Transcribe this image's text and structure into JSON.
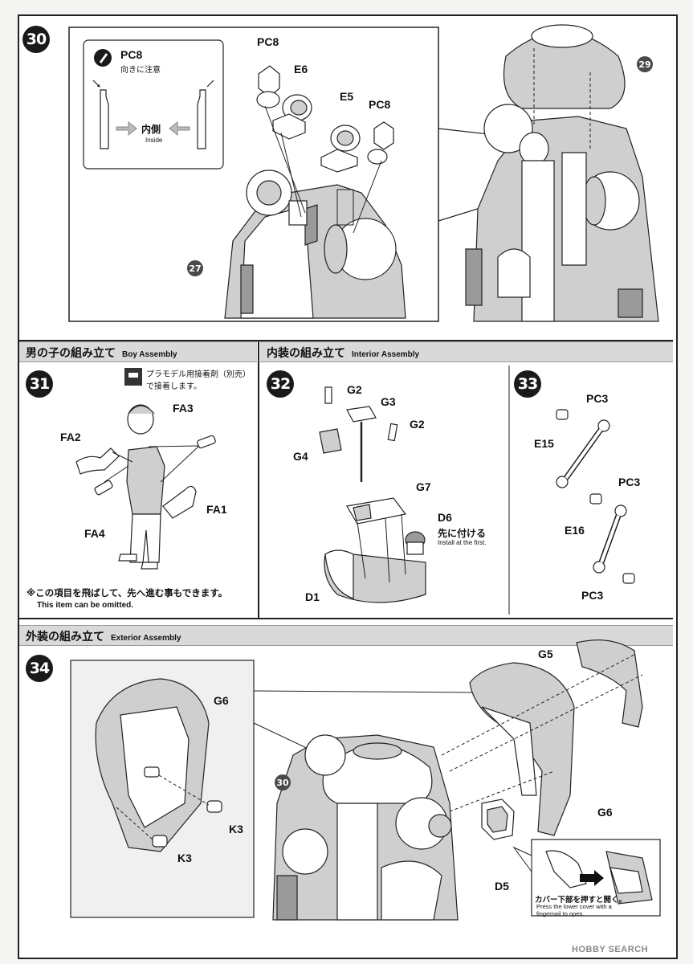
{
  "steps": {
    "s30": "30",
    "s31": "31",
    "s32": "32",
    "s33": "33",
    "s34": "34"
  },
  "refs": {
    "r27": "27",
    "r29": "29",
    "r30": "30"
  },
  "step30": {
    "note_part": "PC8",
    "note_ja": "向きに注意",
    "note_center_ja": "内側",
    "note_center_en": "Inside",
    "labels": [
      "PC8",
      "E6",
      "E5",
      "PC8"
    ]
  },
  "sections": {
    "boy": {
      "ja": "男の子の組み立て",
      "en": "Boy Assembly"
    },
    "interior": {
      "ja": "内装の組み立て",
      "en": "Interior Assembly"
    },
    "exterior": {
      "ja": "外装の組み立て",
      "en": "Exterior Assembly"
    }
  },
  "step31": {
    "cement_note_line1": "プラモデル用接着剤（別売）",
    "cement_note_line2": "で接着します。",
    "labels": [
      "FA3",
      "FA2",
      "FA1",
      "FA4"
    ],
    "omit_ja": "※この項目を飛ばして、先へ進む事もできます。",
    "omit_en": "This item can be omitted."
  },
  "step32": {
    "labels": [
      "G2",
      "G3",
      "G2",
      "G4",
      "G7",
      "D6",
      "D1"
    ],
    "first_ja": "先に付ける",
    "first_en": "Install at the first."
  },
  "step33": {
    "labels": [
      "PC3",
      "E15",
      "PC3",
      "E16",
      "PC3"
    ]
  },
  "step34": {
    "labels": [
      "G5",
      "G6",
      "G6",
      "K3",
      "K3",
      "D5"
    ],
    "cover_ja": "カバー下部を押すと開く。",
    "cover_en_1": "Press the lower cover with a",
    "cover_en_2": "fingernail to open."
  },
  "watermark": "HOBBY SEARCH"
}
